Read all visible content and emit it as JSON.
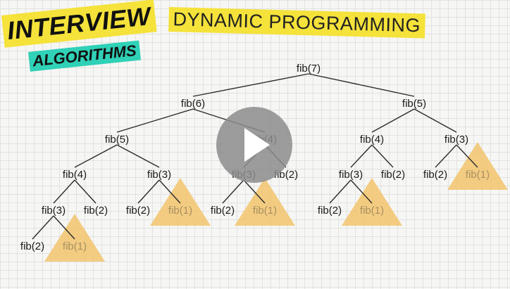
{
  "title_badge": "DYNAMIC PROGRAMMING",
  "interview_badge": "INTERVIEW",
  "algorithms_badge": "ALGORITHMS",
  "tree": {
    "root": {
      "label": "fib(7)",
      "children": [
        {
          "label": "fib(6)",
          "children": [
            {
              "label": "fib(5)",
              "children": [
                {
                  "label": "fib(4)",
                  "children": [
                    {
                      "label": "fib(3)",
                      "children": [
                        {
                          "label": "fib(2)",
                          "children": []
                        },
                        {
                          "label": "fib(1)",
                          "children": [],
                          "highlighted": true
                        }
                      ]
                    },
                    {
                      "label": "fib(2)",
                      "children": []
                    }
                  ]
                },
                {
                  "label": "fib(3)",
                  "children": [
                    {
                      "label": "fib(2)",
                      "children": []
                    },
                    {
                      "label": "fib(1)",
                      "children": [],
                      "highlighted": true
                    }
                  ]
                }
              ]
            },
            {
              "label": "fib(4)",
              "children": [
                {
                  "label": "fib(3)",
                  "children": [
                    {
                      "label": "fib(2)",
                      "children": []
                    },
                    {
                      "label": "fib(1)",
                      "children": [],
                      "highlighted": true
                    }
                  ]
                },
                {
                  "label": "fib(2)",
                  "children": []
                }
              ]
            }
          ]
        },
        {
          "label": "fib(5)",
          "children": [
            {
              "label": "fib(4)",
              "children": [
                {
                  "label": "fib(3)",
                  "children": [
                    {
                      "label": "fib(2)",
                      "children": []
                    },
                    {
                      "label": "fib(1)",
                      "children": [],
                      "highlighted": true
                    }
                  ]
                },
                {
                  "label": "fib(2)",
                  "children": []
                }
              ]
            },
            {
              "label": "fib(3)",
              "children": [
                {
                  "label": "fib(2)",
                  "children": []
                },
                {
                  "label": "fib(1)",
                  "children": [],
                  "highlighted": true
                }
              ]
            }
          ]
        }
      ]
    }
  },
  "colors": {
    "highlight": "#f2c46d",
    "title_badge_bg": "#f5e23a",
    "algorithms_badge_bg": "#2fd1b7"
  },
  "icons": {
    "play": "play-icon"
  }
}
